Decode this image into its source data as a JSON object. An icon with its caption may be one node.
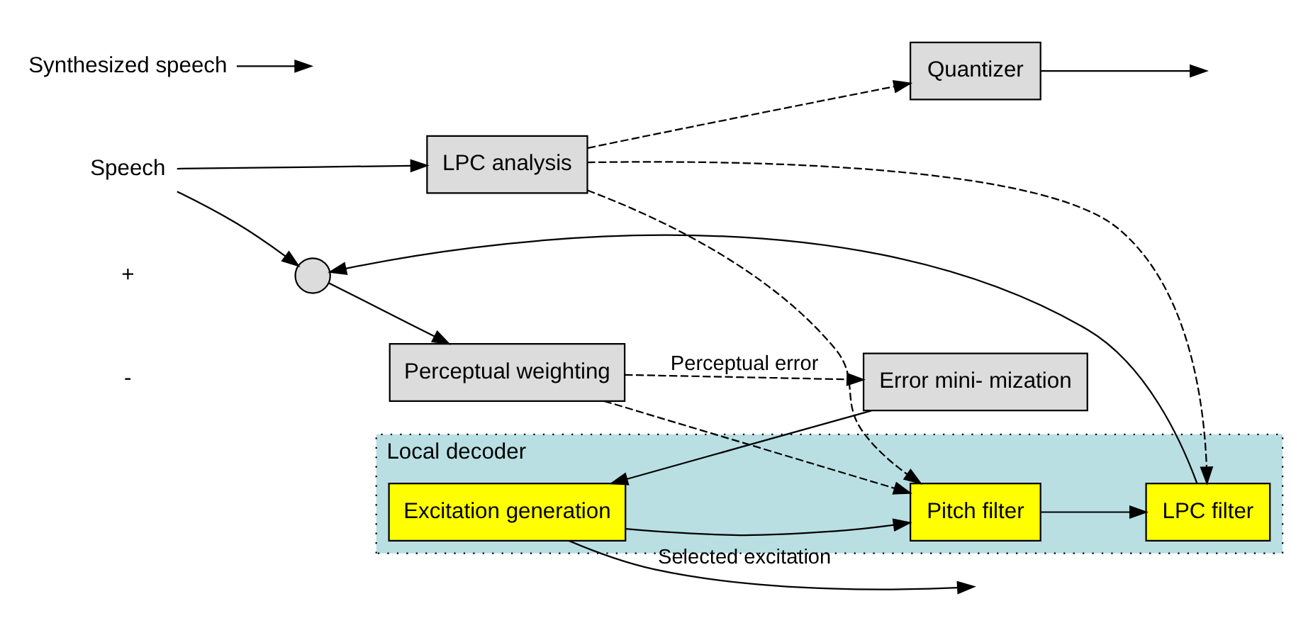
{
  "diagram": {
    "nodes": [
      {
        "text": [
          "Speech"
        ]
      },
      {
        "text": [
          "LPC analysis"
        ]
      },
      {
        "text": [
          "Local decoder"
        ]
      },
      {
        "text": [
          "Error mini- mization"
        ]
      },
      {
        "text": [
          "Excitation generation"
        ],
        "in": 2
      },
      {
        "text": [
          "Pitch filter"
        ],
        "in": 2
      },
      {
        "text": [
          "LPC filter"
        ],
        "in": 2
      },
      {
        "text": [
          "Quantizer"
        ]
      },
      {
        "text": [],
        "shape": "circle"
      },
      {
        "text": [
          "Perceptual weighting"
        ]
      },
      {
        "text": [
          "Synthesized speech"
        ]
      }
    ],
    "edges": [
      {
        "from": 0,
        "to": 1,
        "arrow": "to"
      },
      {
        "from": 0,
        "to": 8,
        "arrow": "to"
      },
      {
        "from": 1,
        "to": 7,
        "arrow": "to",
        "style": "dashed"
      },
      {
        "from": 1,
        "to": 6,
        "arrow": "to",
        "style": "dashed"
      },
      {
        "from": 1,
        "to": 5,
        "arrow": "to",
        "style": "dashed"
      },
      {
        "from": 3,
        "to": 4,
        "arrow": "to"
      },
      {
        "from": 4,
        "to": 5,
        "arrow": "to"
      },
      {
        "from": 5,
        "to": 6,
        "arrow": "to"
      },
      {
        "from": 6,
        "to": 8,
        "arrow": "to"
      },
      {
        "from": 8,
        "to": 9,
        "arrow": "to"
      },
      {
        "from": 9,
        "to": 3,
        "arrow": "to",
        "style": "dashed",
        "label": "Perceptual error"
      },
      {
        "from": 9,
        "to": 5,
        "arrow": "to",
        "style": "dashed"
      },
      {
        "from": 7,
        "to": null,
        "arrow": "to"
      },
      {
        "from": 4,
        "to": null,
        "arrow": "to",
        "label": "Selected excitation"
      },
      {
        "from": 10,
        "to": null,
        "arrow": "to"
      }
    ],
    "labels": [
      "+",
      "-"
    ]
  }
}
